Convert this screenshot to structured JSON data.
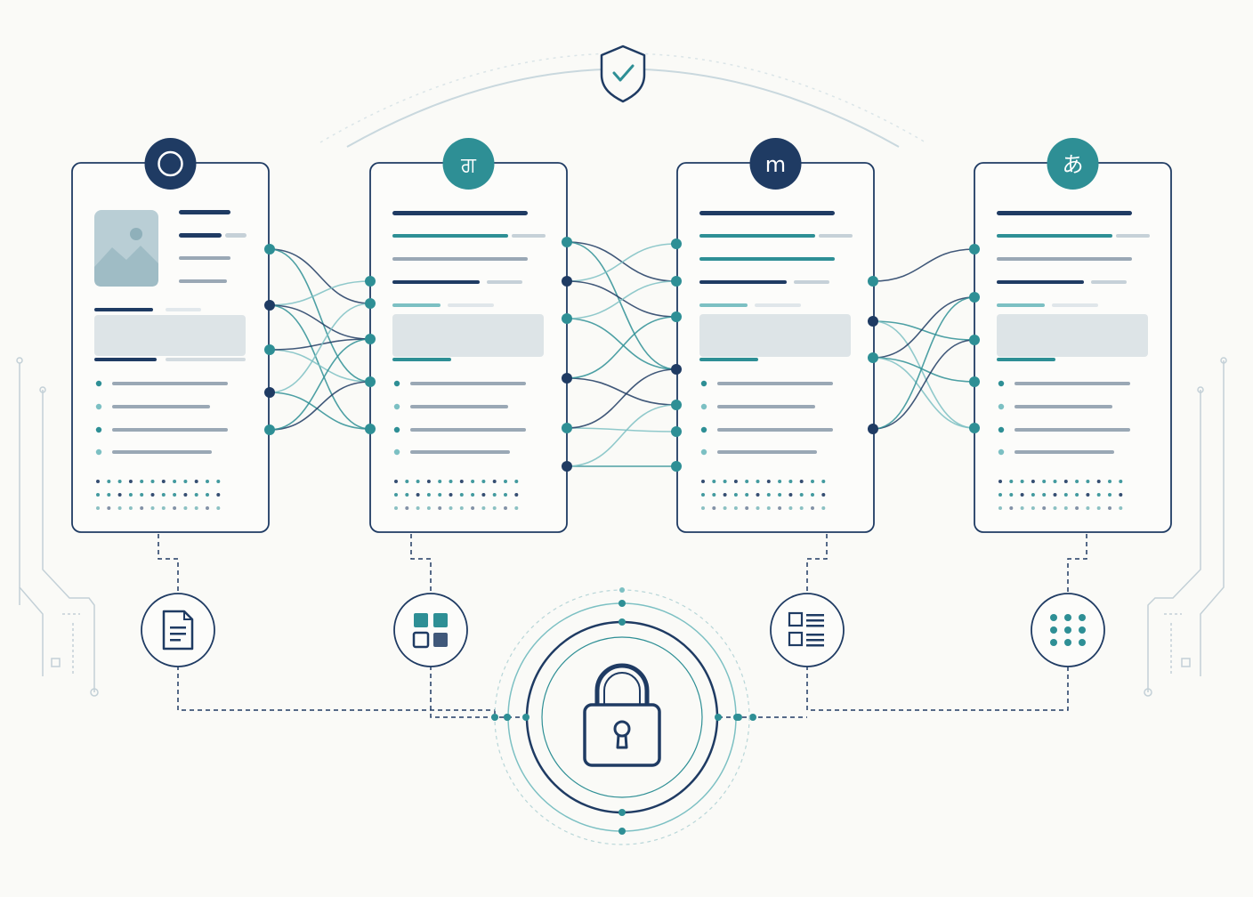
{
  "colors": {
    "background": "#fafaf7",
    "navy": "#1f3b63",
    "teal": "#2e8f95",
    "teal_light": "#7cc0c3",
    "gray_line": "#9aa8b5",
    "placeholder": "#d7dfe3",
    "image_tile": "#b9ced5"
  },
  "header_icon": "shield-check-icon",
  "panels": [
    {
      "badge_glyph": "",
      "badge_icon": "circle-outline-icon",
      "badge_color": "#1f3b63",
      "has_image": true,
      "connector_icon": "document-icon"
    },
    {
      "badge_glyph": "ਗ",
      "badge_icon": "script-glyph-icon",
      "badge_color": "#2e8f95",
      "has_image": false,
      "connector_icon": "grid-apps-icon"
    },
    {
      "badge_glyph": "m",
      "badge_icon": "script-glyph-icon",
      "badge_color": "#1f3b63",
      "has_image": false,
      "connector_icon": "list-layout-icon"
    },
    {
      "badge_glyph": "あ",
      "badge_icon": "script-glyph-icon",
      "badge_color": "#2e8f95",
      "has_image": false,
      "connector_icon": "dots-grid-icon"
    }
  ],
  "hub_icon": "padlock-icon"
}
